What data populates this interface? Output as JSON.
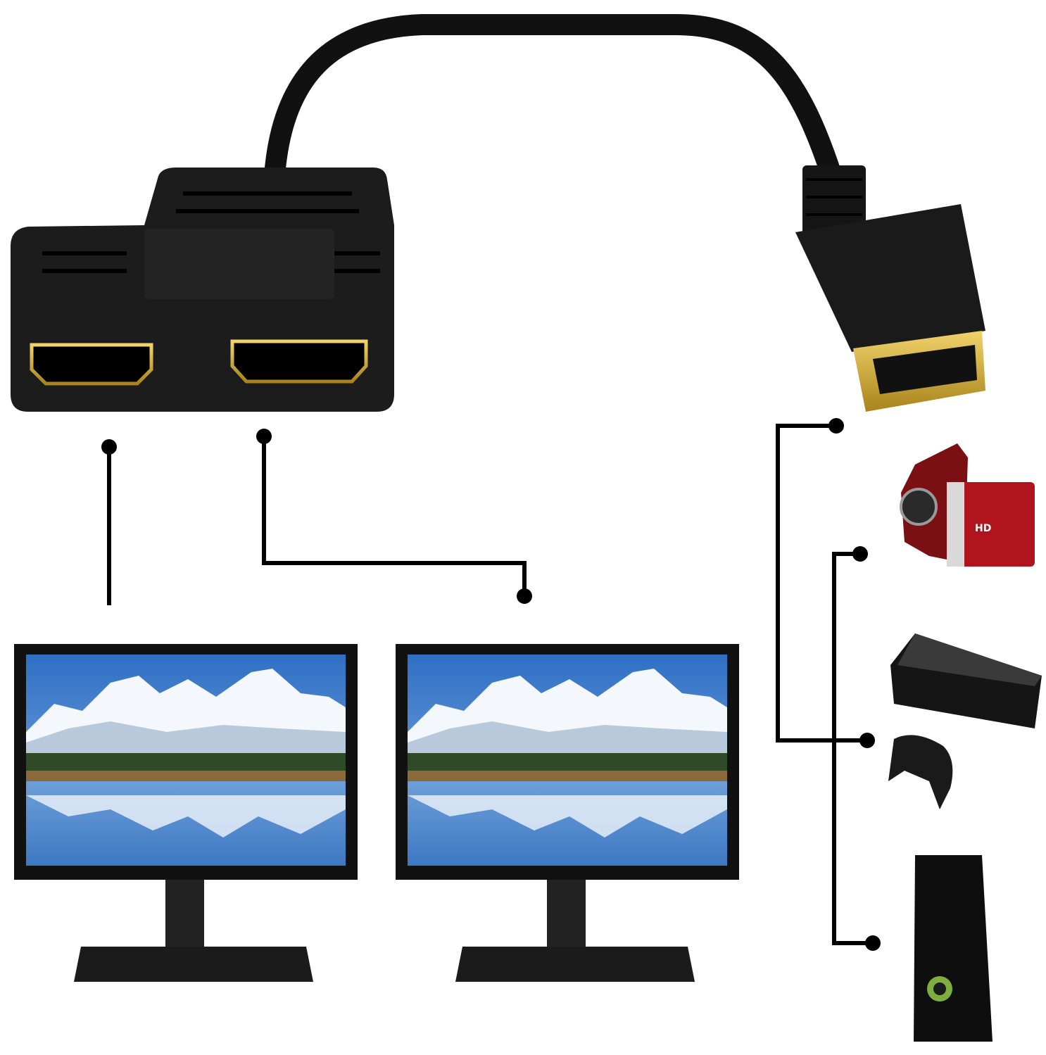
{
  "colors": {
    "background": "#ffffff",
    "cable": "#111111",
    "connector_gold": "#c9a227",
    "connector_lines": "#000000",
    "sky": "#5b8fd0",
    "camcorder": "#b0141c"
  },
  "icons": {
    "splitter": "hdmi-splitter-female-ports",
    "plug": "hdmi-male-plug",
    "monitor": "monitor",
    "camcorder": "camcorder",
    "console": "game-console",
    "controller": "gamepad",
    "xbox": "xbox-console"
  },
  "camcorder": {
    "logo": "HD"
  }
}
